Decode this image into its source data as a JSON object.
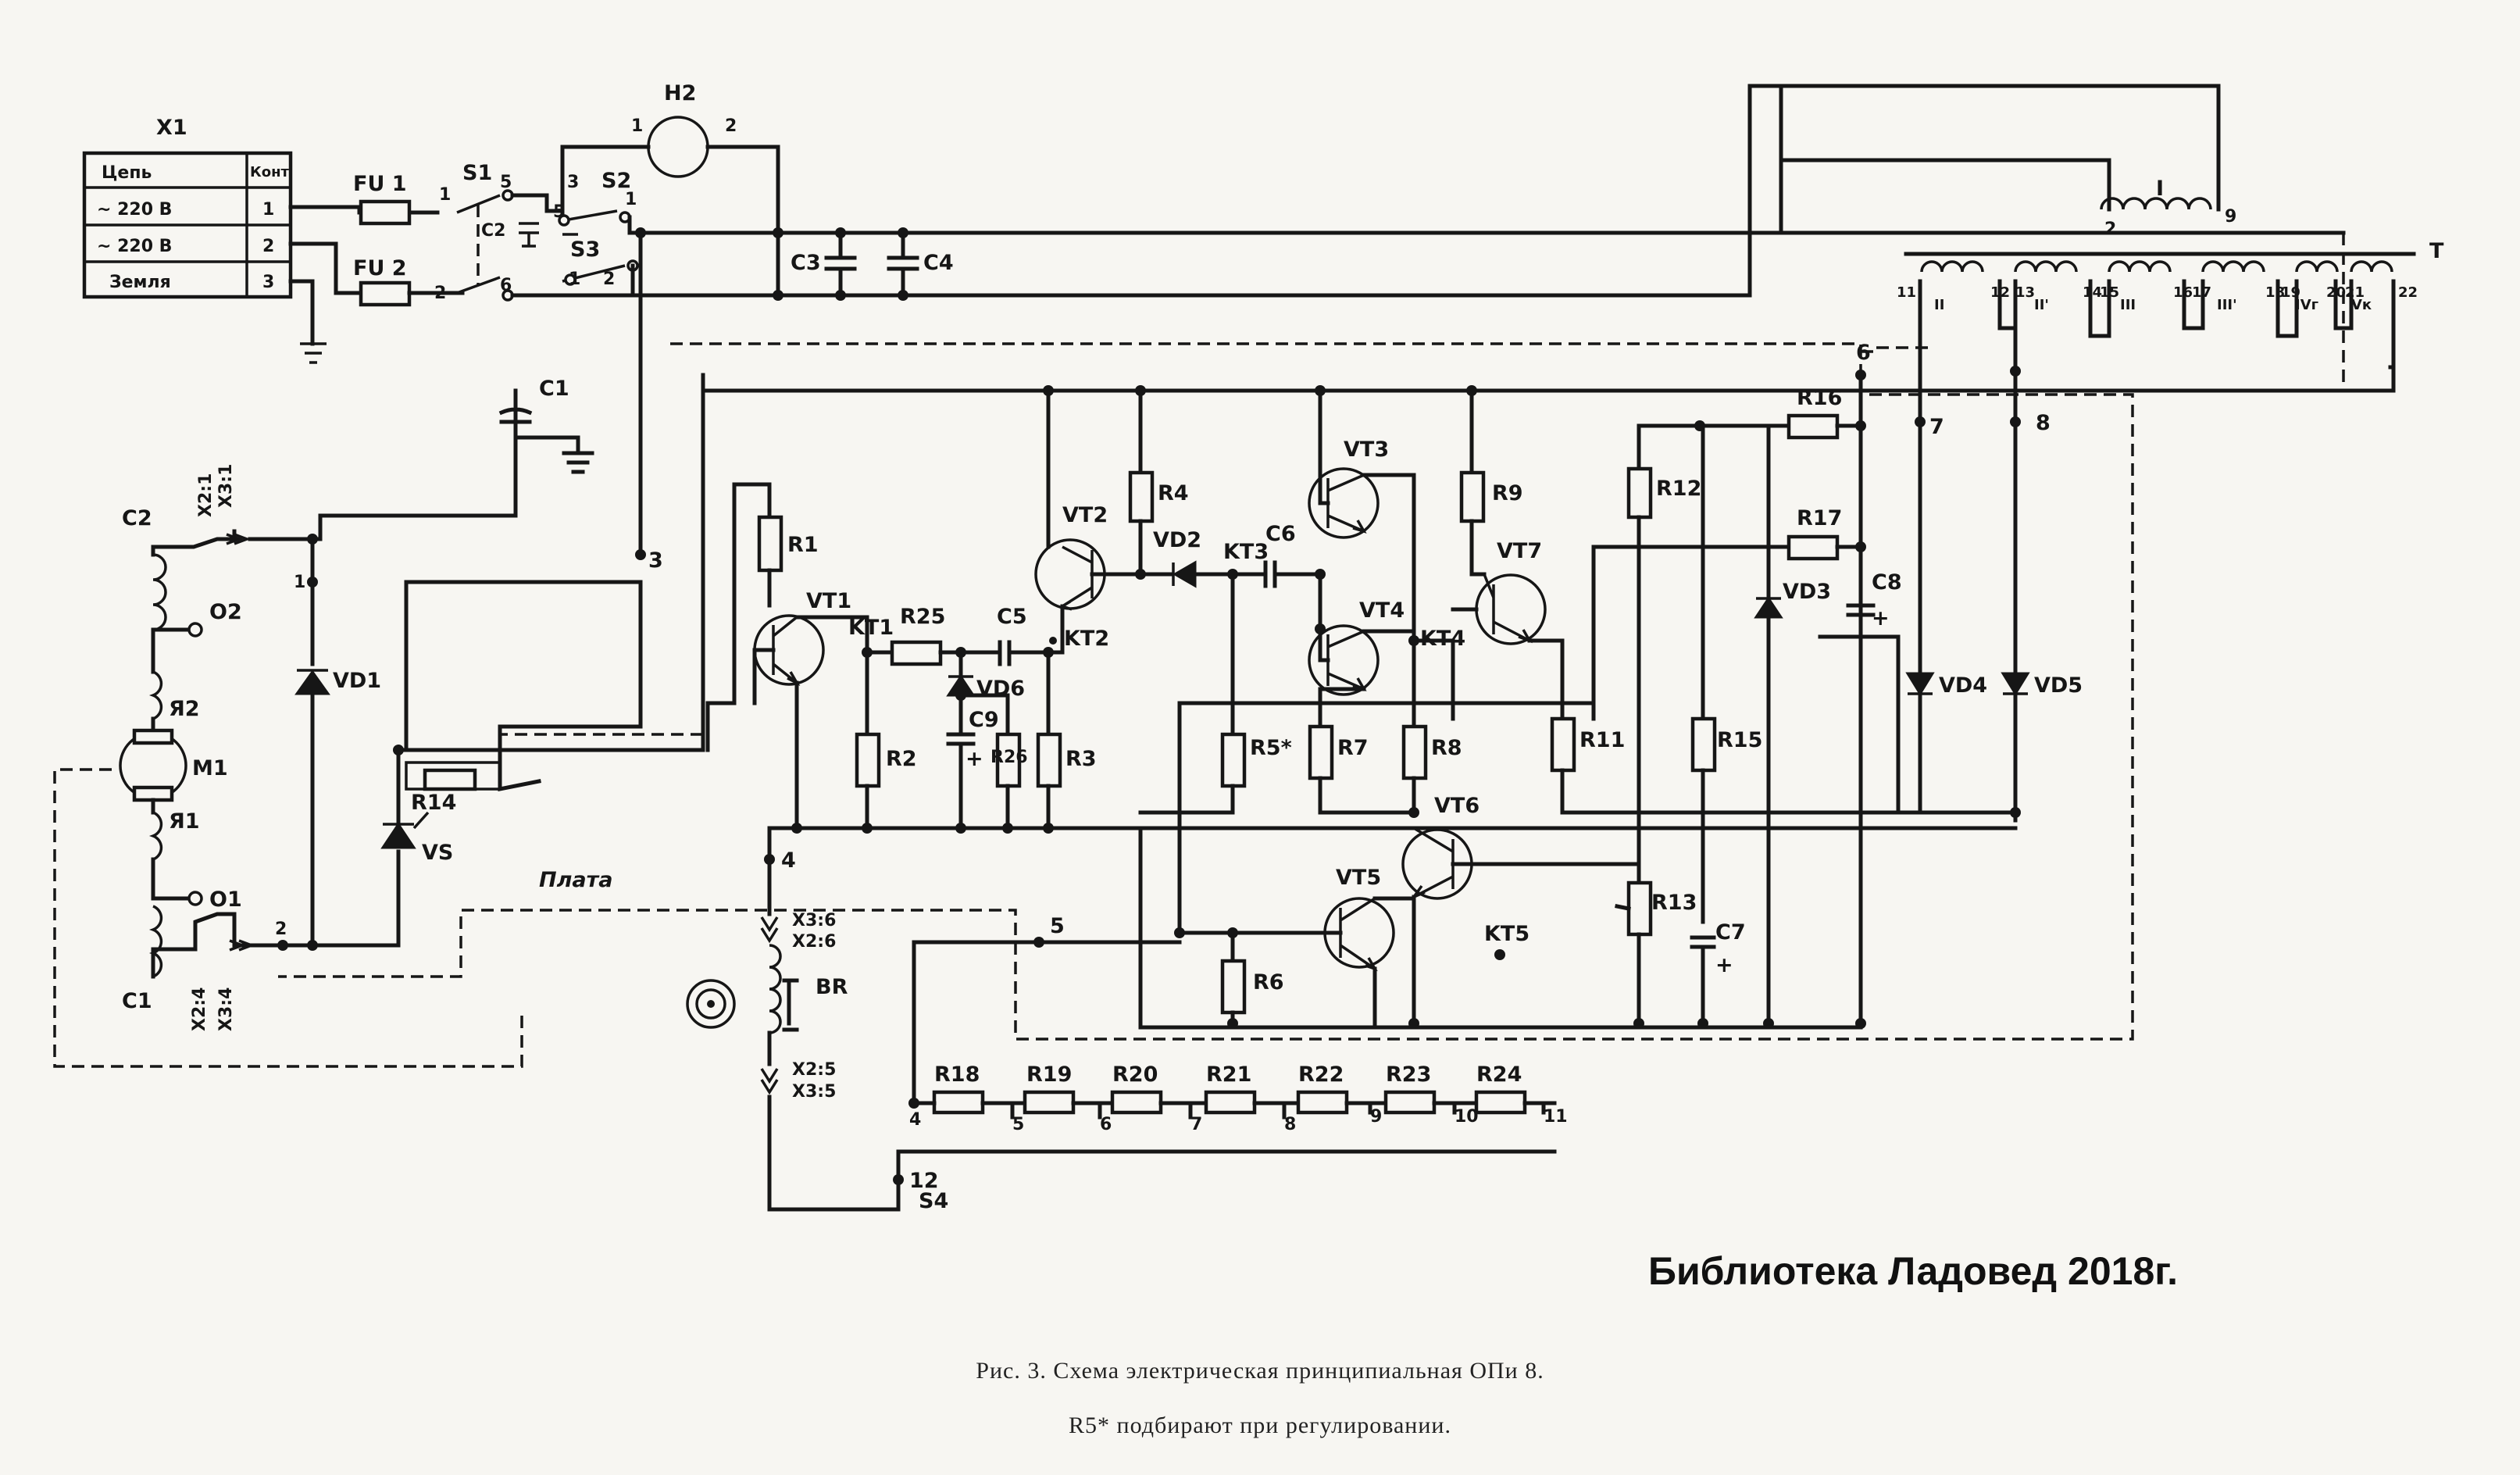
{
  "x1_table": {
    "title": "X1",
    "header": [
      "Цепь",
      "Конт"
    ],
    "rows": [
      [
        "~ 220 В",
        "1"
      ],
      [
        "~ 220 В",
        "2"
      ],
      [
        "Земля",
        "3"
      ]
    ]
  },
  "components": {
    "FU1": "FU 1",
    "FU2": "FU 2",
    "S1": "S1",
    "S2": "S2",
    "S3": "S3",
    "S4": "S4",
    "H2": "H2",
    "C1": "C1",
    "C2": "C2",
    "C3": "C3",
    "C4": "C4",
    "C5": "C5",
    "C6": "C6",
    "C7": "C7",
    "C8": "C8",
    "C9": "C9",
    "R1": "R1",
    "R2": "R2",
    "R3": "R3",
    "R4": "R4",
    "R5": "R5*",
    "R6": "R6",
    "R7": "R7",
    "R8": "R8",
    "R9": "R9",
    "R11": "R11",
    "R12": "R12",
    "R13": "R13",
    "R14": "R14",
    "R15": "R15",
    "R16": "R16",
    "R17": "R17",
    "R18": "R18",
    "R19": "R19",
    "R20": "R20",
    "R21": "R21",
    "R22": "R22",
    "R23": "R23",
    "R24": "R24",
    "R25": "R25",
    "R26": "R26",
    "VT1": "VT1",
    "VT2": "VT2",
    "VT3": "VT3",
    "VT4": "VT4",
    "VT5": "VT5",
    "VT6": "VT6",
    "VT7": "VT7",
    "VD1": "VD1",
    "VD2": "VD2",
    "VD3": "VD3",
    "VD4": "VD4",
    "VD5": "VD5",
    "VD6": "VD6",
    "VS": "VS",
    "M1": "M1",
    "Ya1": "Я1",
    "Ya2": "Я2",
    "BR": "BR",
    "T": "T",
    "TI": "I",
    "KT1": "KT1",
    "KT2": "KT2",
    "KT3": "KT3",
    "KT4": "KT4",
    "KT5": "KT5",
    "plata": "Плата",
    "motor_C2": "C2",
    "motor_C1": "C1",
    "motor_O2": "O2",
    "motor_O1": "O1"
  },
  "connectors": {
    "x2_1": "X2:1",
    "x3_1": "X3:1",
    "x2_4": "X2:4",
    "x3_4": "X3:4",
    "x3_6": "X3:6",
    "x2_6": "X2:6",
    "x2_5": "X2:5",
    "x3_5": "X3:5"
  },
  "transformer_taps": [
    "11",
    "12",
    "13",
    "14",
    "15",
    "16",
    "17",
    "18",
    "19",
    "20",
    "21",
    "22"
  ],
  "winding_marks": [
    "II",
    "II'",
    "III",
    "III'",
    "IVг",
    "Vк"
  ],
  "watermark": "Библиотека Ладовед 2018г.",
  "caption": {
    "line1": "Рис. 3. Схема электрическая принципиальная ОПи 8.",
    "line2": "R5* подбирают при регулировании."
  }
}
